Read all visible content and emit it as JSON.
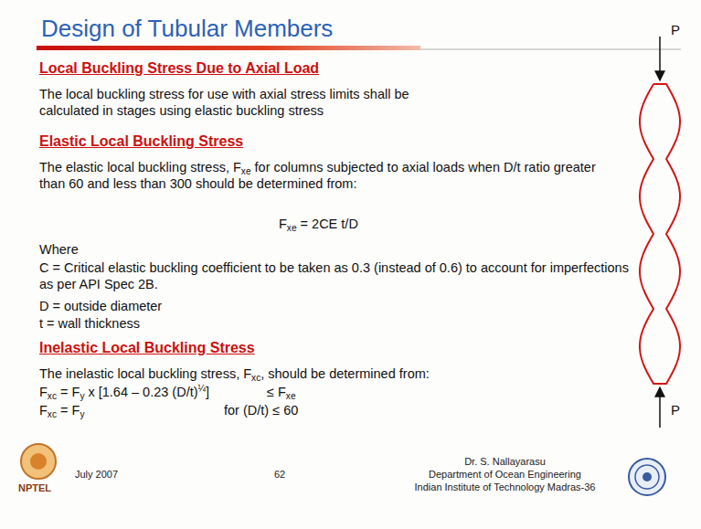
{
  "diagram": {
    "title": "Design of Tubular Members",
    "labels": [
      "Local Buckling Stress Due to Axial Load",
      "The local buckling stress for use with axial stress limits shall be calculated in stages using elastic buckling stress",
      "Elastic Local Buckling Stress",
      "The elastic local buckling stress, Fxe for columns subjected to axial loads when D/t ratio greater than 60 and less than 300 should be determined from:",
      "Fxe = 2CE t/D",
      "Where",
      "C = Critical elastic buckling coefficient to be taken as 0.3 (instead of 0.6) to account for imperfections as per API Spec 2B.",
      "D = outside diameter",
      "t = wall thickness",
      "Inelastic Local Buckling Stress",
      "The inelastic local buckling stress, Fxc, should be determined from:",
      "Fxc = Fy x [1.64 – 0.23 (D/t)¼]",
      "≤ Fxe",
      "Fxc = Fy",
      "for (D/t) ≤ 60",
      "P",
      "P",
      "July 2007",
      "62",
      "Dr. S. Nallayarasu",
      "Department of Ocean Engineering",
      "Indian Institute of Technology Madras-36",
      "NPTEL"
    ]
  }
}
